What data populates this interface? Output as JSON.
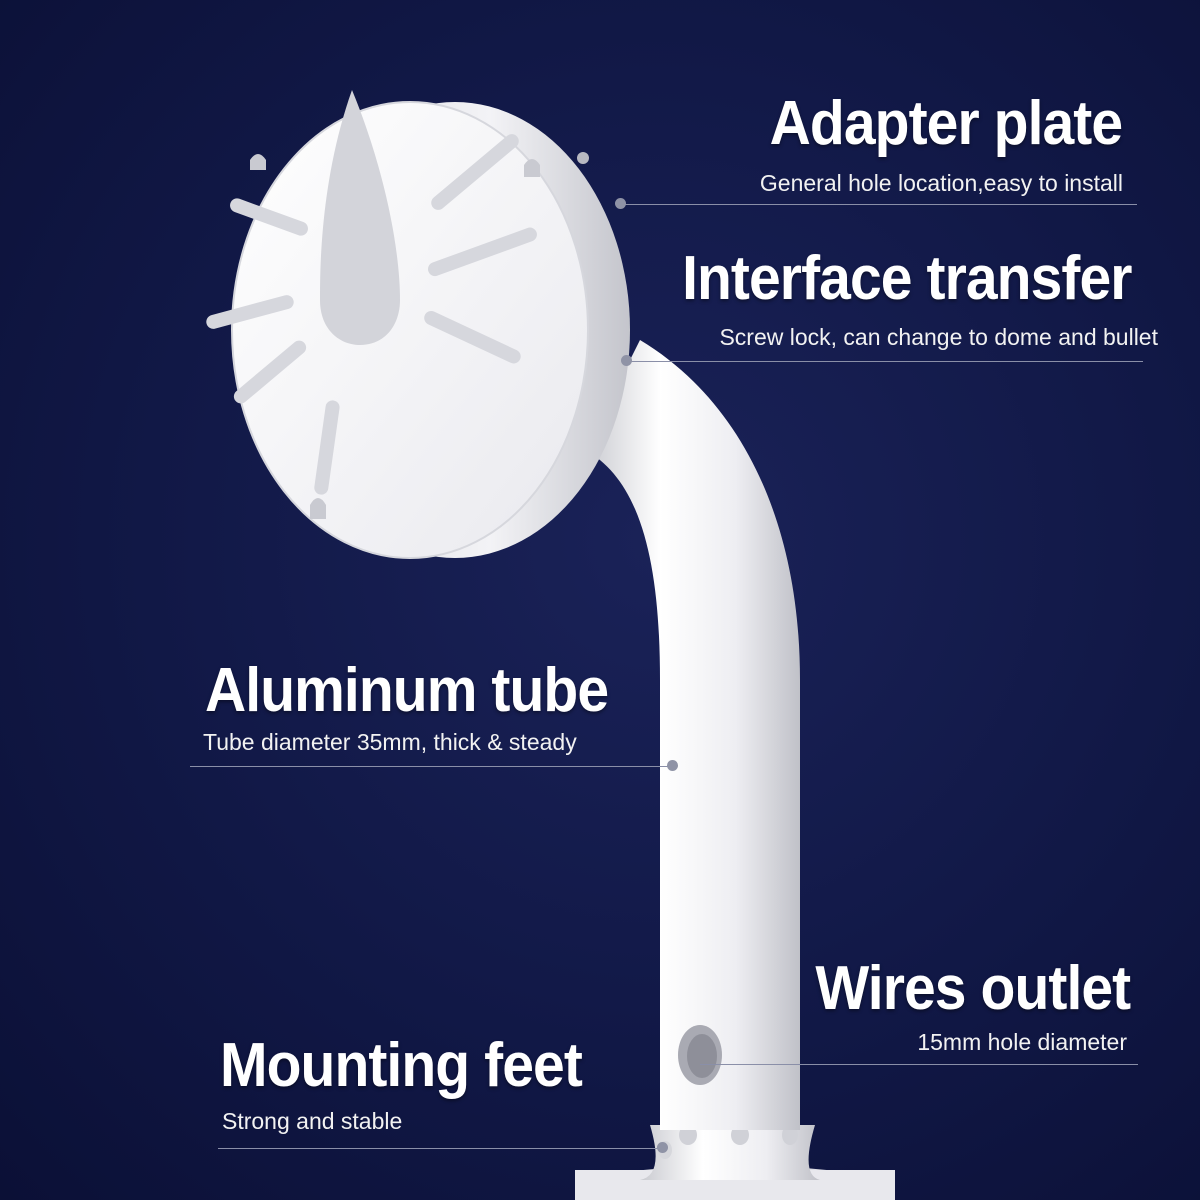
{
  "callouts": {
    "adapter_plate": {
      "title": "Adapter plate",
      "subtitle": "General hole location,easy to install"
    },
    "interface_transfer": {
      "title": "Interface transfer",
      "subtitle": "Screw lock, can change to dome and bullet"
    },
    "aluminum_tube": {
      "title": "Aluminum tube",
      "subtitle": "Tube diameter 35mm, thick & steady"
    },
    "wires_outlet": {
      "title": "Wires outlet",
      "subtitle": "15mm hole diameter"
    },
    "mounting_feet": {
      "title": "Mounting feet",
      "subtitle": "Strong and stable"
    }
  },
  "colors": {
    "background": "#0f1540",
    "product": "#f4f4f6",
    "text": "#ffffff",
    "leader_line": "#8a8fa8"
  }
}
